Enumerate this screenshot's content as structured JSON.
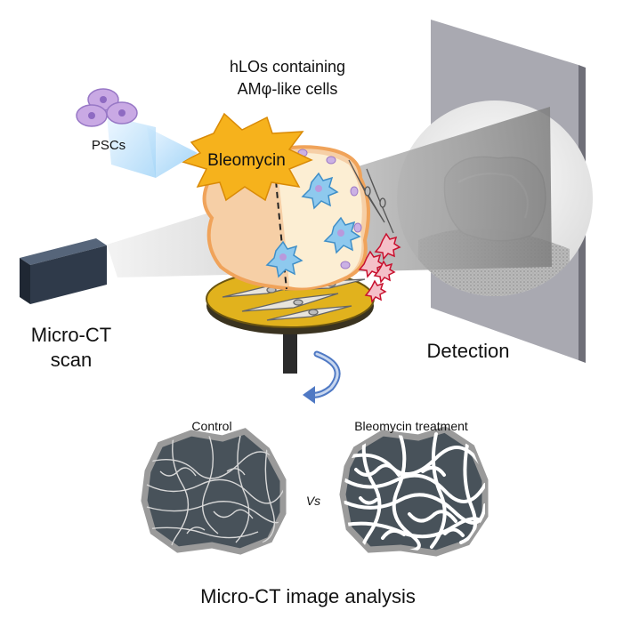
{
  "labels": {
    "hlo_line1": "hLOs containing",
    "hlo_line2": "AMφ-like cells",
    "pscs": "PSCs",
    "bleomycin": "Bleomycin",
    "micro_ct_line1": "Micro-CT",
    "micro_ct_line2": "scan",
    "detection": "Detection",
    "control": "Control",
    "bleomycin_treatment": "Bleomycin treatment",
    "vs": "Vs",
    "analysis_title": "Micro-CT image analysis"
  },
  "colors": {
    "beam": "#c9c9c9",
    "source": "#2f3a4a",
    "platform": "#e1b21d",
    "starburst": "#f6b21c",
    "organoid": "#f8d7b3",
    "organoid_outline": "#f0a35a",
    "macrophage": "#8ec9ee",
    "cell_purple": "#b99ad8",
    "detector": "#9c9ca4",
    "tissue_dark": "#48525a",
    "rotation_arrow": "#4f79c4"
  }
}
